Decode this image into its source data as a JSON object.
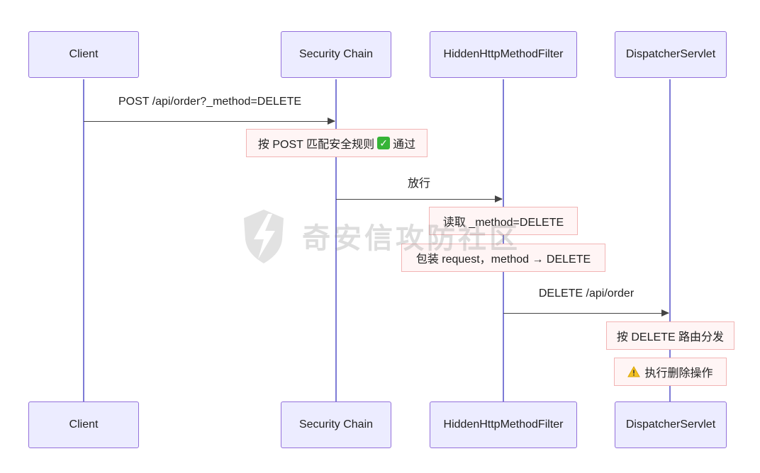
{
  "participants": [
    {
      "id": "client",
      "label": "Client"
    },
    {
      "id": "security",
      "label": "Security Chain"
    },
    {
      "id": "filter",
      "label": "HiddenHttpMethodFilter"
    },
    {
      "id": "dispatcher",
      "label": "DispatcherServlet"
    }
  ],
  "messages": [
    {
      "from": "client",
      "to": "security",
      "label": "POST /api/order?_method=DELETE"
    },
    {
      "from": "security",
      "to": "filter",
      "label": "放行"
    },
    {
      "from": "filter",
      "to": "dispatcher",
      "label": "DELETE /api/order"
    }
  ],
  "notes": {
    "security_check_prefix": "按 POST 匹配安全规则",
    "security_check_suffix": "通过",
    "read_method": "读取 _method=DELETE",
    "wrap_request": "包装 request，method → DELETE",
    "route_delete": "按 DELETE 路由分发",
    "delete_op": "执行删除操作"
  },
  "watermark": {
    "text": "奇安信攻防社区"
  },
  "colors": {
    "actor_fill": "#ececff",
    "actor_border": "#9370db",
    "lifeline": "#7d7bd6",
    "note_fill": "#fff5f5",
    "note_border": "#f2b4b4"
  }
}
